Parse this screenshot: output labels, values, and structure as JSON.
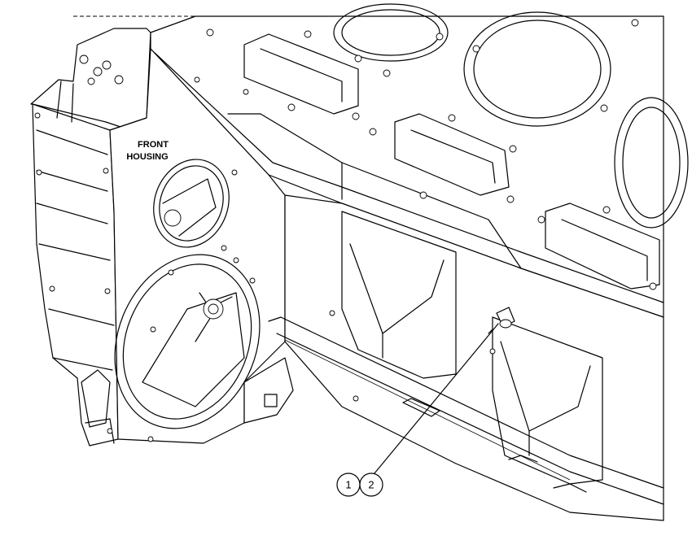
{
  "labels": {
    "front_housing_line1": "FRONT",
    "front_housing_line2": "HOUSING"
  },
  "callouts": [
    {
      "id": "callout-1",
      "text": "1"
    },
    {
      "id": "callout-2",
      "text": "2"
    }
  ],
  "colors": {
    "line": "#000000",
    "background": "#ffffff"
  }
}
